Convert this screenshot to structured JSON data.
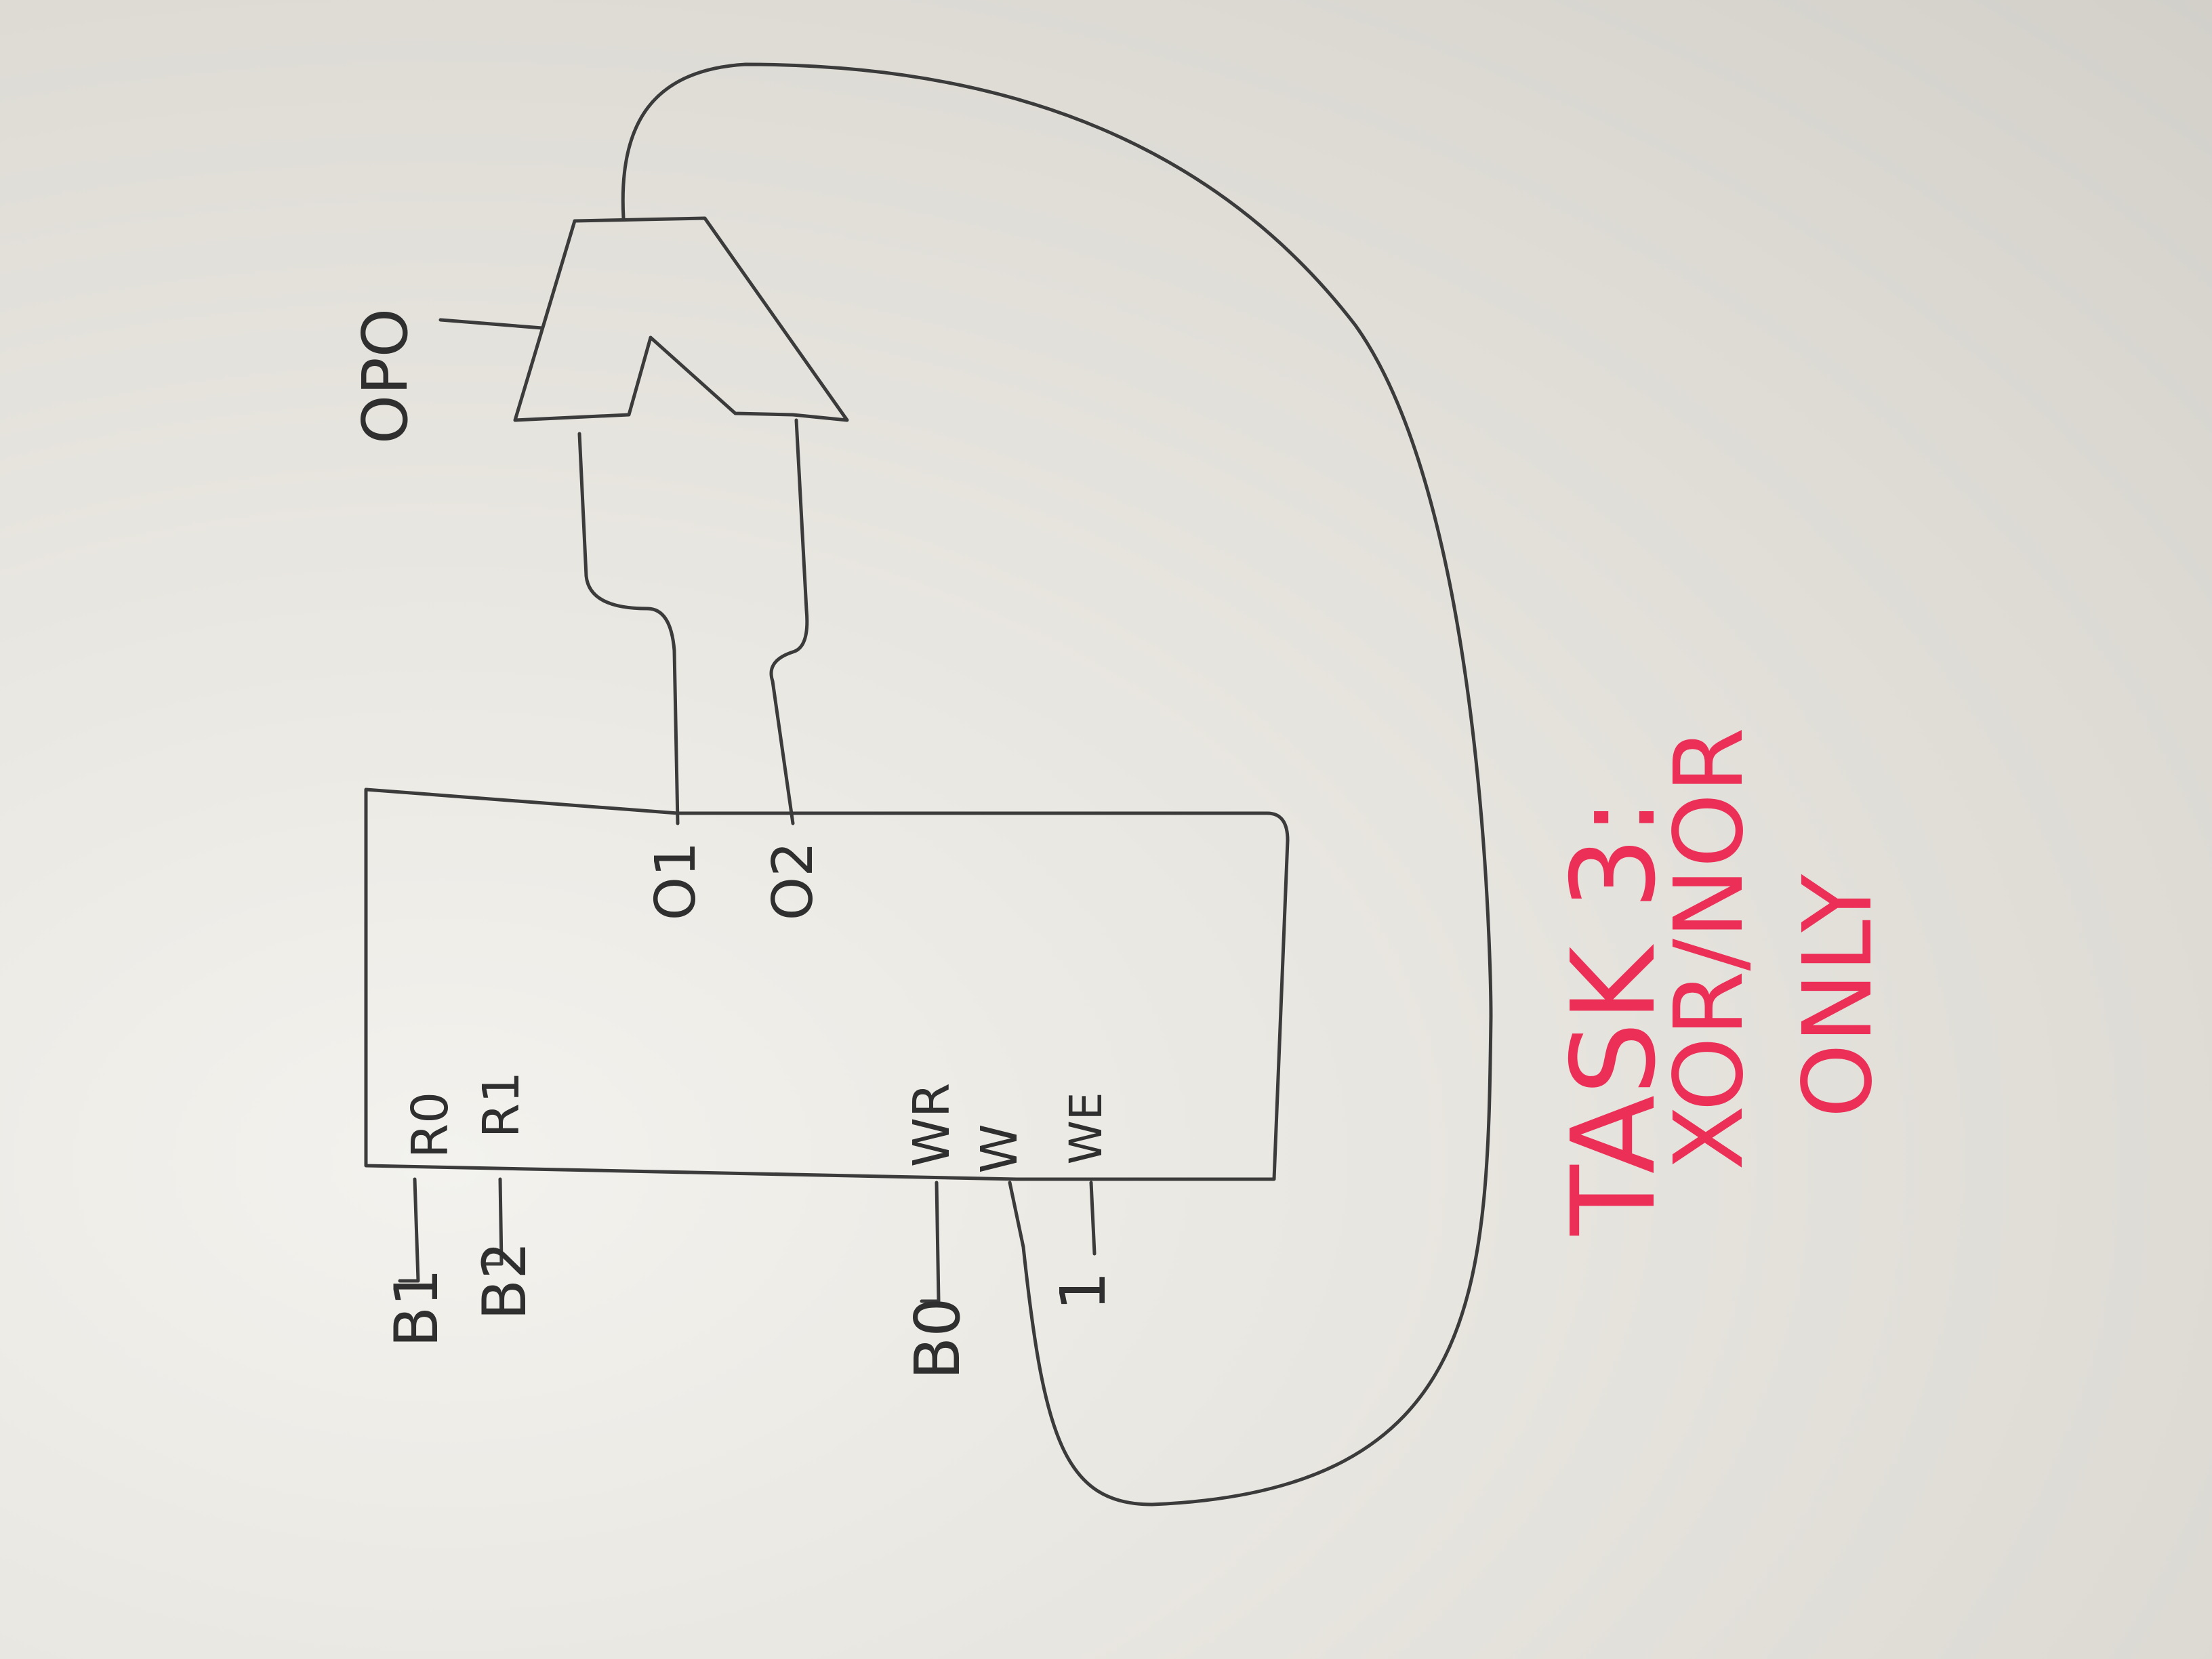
{
  "diagram": {
    "gate_output_label": "OPO",
    "register_outputs": [
      "O1",
      "O2"
    ],
    "read_ports": [
      "R0",
      "R1"
    ],
    "read_inputs": [
      "B1",
      "B2"
    ],
    "write_ports": [
      "WR",
      "W",
      "WE"
    ],
    "write_inputs": [
      "B0",
      "1"
    ]
  },
  "note": {
    "title": "TASK 3:",
    "line1": "XOR/NOR",
    "line2": "ONLY"
  },
  "colors": {
    "ink": "#3b3b3b",
    "marker_red": "#ec2f57",
    "board": "#e7e5df"
  }
}
